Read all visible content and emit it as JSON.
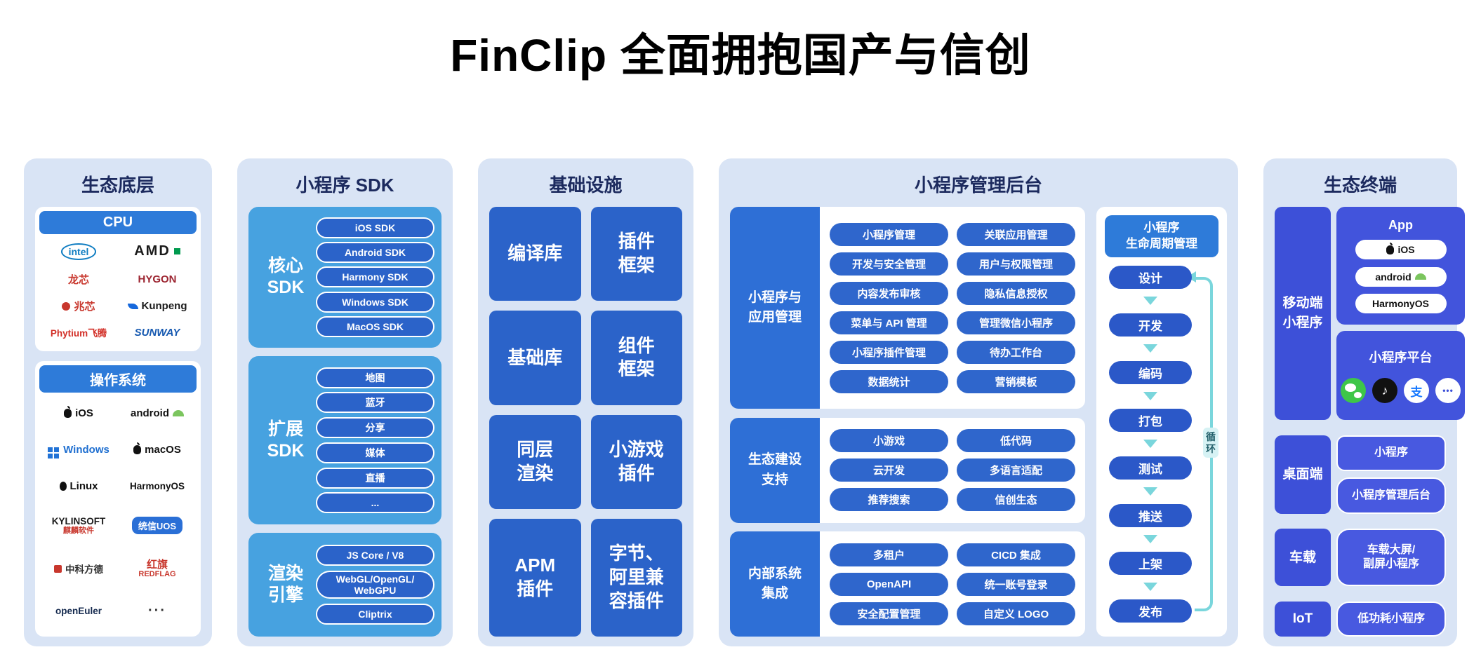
{
  "page": {
    "title": "FinClip 全面拥抱国产与信创"
  },
  "colors": {
    "panel_bg": "#d9e4f5",
    "panel_title": "#1c2a5e",
    "header_blue": "#2e7bd9",
    "pill_blue": "#2f66cc",
    "light_blue": "#47a2e0",
    "indigo": "#3d50d8",
    "teal": "#7ad6dc"
  },
  "eco_base": {
    "title": "生态底层",
    "cpu": {
      "header": "CPU",
      "vendors": [
        {
          "label": "intel",
          "color": "#0f7dc2"
        },
        {
          "label": "AMD",
          "color": "#1a1a1a"
        },
        {
          "label": "龙芯",
          "color": "#c8372d"
        },
        {
          "label": "HYGON",
          "color": "#9c2430"
        },
        {
          "label": "兆芯",
          "color": "#c8372d"
        },
        {
          "label": "Kunpeng",
          "color": "#1a1a1a"
        },
        {
          "label": "Phytium飞腾",
          "color": "#d22f27"
        },
        {
          "label": "SUNWAY",
          "color": "#1558b0"
        }
      ]
    },
    "os": {
      "header": "操作系统",
      "vendors": [
        {
          "label": "iOS",
          "color": "#111111"
        },
        {
          "label": "android",
          "color": "#111111"
        },
        {
          "label": "Windows",
          "color": "#1f6fd0"
        },
        {
          "label": "macOS",
          "color": "#111111"
        },
        {
          "label": "Linux",
          "color": "#111111"
        },
        {
          "label": "HarmonyOS",
          "color": "#111111"
        },
        {
          "label": "KYLINSOFT",
          "sub": "麒麟软件",
          "color": "#1a1a1a",
          "sub_color": "#c8372d"
        },
        {
          "label": "统信UOS",
          "color": "#ffffff"
        },
        {
          "label": "中科方德",
          "color": "#333333"
        },
        {
          "label": "红旗",
          "sub": "REDFLAG",
          "color": "#c8372d",
          "sub_color": "#c8372d"
        },
        {
          "label": "openEuler",
          "color": "#14294e"
        },
        {
          "label": "···",
          "color": "#333333"
        }
      ]
    }
  },
  "sdk": {
    "title": "小程序 SDK",
    "groups": [
      {
        "label": "核心\nSDK",
        "items": [
          "iOS SDK",
          "Android SDK",
          "Harmony SDK",
          "Windows SDK",
          "MacOS SDK"
        ]
      },
      {
        "label": "扩展\nSDK",
        "items": [
          "地图",
          "蓝牙",
          "分享",
          "媒体",
          "直播",
          "..."
        ]
      },
      {
        "label": "渲染\n引擎",
        "items": [
          "JS Core / V8",
          "WebGL/OpenGL/\nWebGPU",
          "Cliptrix"
        ]
      }
    ]
  },
  "infra": {
    "title": "基础设施",
    "cells": [
      "编译库",
      "插件\n框架",
      "基础库",
      "组件\n框架",
      "同层\n渲染",
      "小游戏\n插件",
      "APM\n插件",
      "字节、\n阿里兼\n容插件"
    ]
  },
  "admin": {
    "title": "小程序管理后台",
    "sections": [
      {
        "label": "小程序与\n应用管理",
        "items": [
          "小程序管理",
          "关联应用管理",
          "开发与安全管理",
          "用户与权限管理",
          "内容发布审核",
          "隐私信息授权",
          "菜单与 API 管理",
          "管理微信小程序",
          "小程序插件管理",
          "待办工作台",
          "数据统计",
          "营销模板"
        ]
      },
      {
        "label": "生态建设\n支持",
        "items": [
          "小游戏",
          "低代码",
          "云开发",
          "多语言适配",
          "推荐搜索",
          "信创生态"
        ]
      },
      {
        "label": "内部系统\n集成",
        "items": [
          "多租户",
          "CICD 集成",
          "OpenAPI",
          "统一账号登录",
          "安全配置管理",
          "自定义 LOGO"
        ]
      }
    ],
    "lifecycle": {
      "header": "小程序\n生命周期管理",
      "steps": [
        "设计",
        "开发",
        "编码",
        "打包",
        "测试",
        "推送",
        "上架",
        "发布"
      ],
      "loop_label": "循环"
    }
  },
  "terminal": {
    "title": "生态终端",
    "mobile": {
      "label": "移动端\n小程序",
      "app_card": {
        "title": "App",
        "platforms": [
          "iOS",
          "android",
          "HarmonyOS"
        ]
      },
      "platform_card": {
        "title": "小程序平台",
        "icons": [
          {
            "name": "wechat",
            "glyph": ""
          },
          {
            "name": "tiktok",
            "glyph": "♪"
          },
          {
            "name": "alipay",
            "glyph": "支"
          },
          {
            "name": "more",
            "glyph": "•••"
          }
        ]
      }
    },
    "desktop": {
      "label": "桌面端",
      "items": [
        "小程序",
        "小程序管理后台"
      ]
    },
    "vehicle": {
      "label": "车载",
      "items": [
        "车载大屏/\n副屏小程序"
      ]
    },
    "iot": {
      "label": "IoT",
      "items": [
        "低功耗小程序"
      ]
    }
  }
}
